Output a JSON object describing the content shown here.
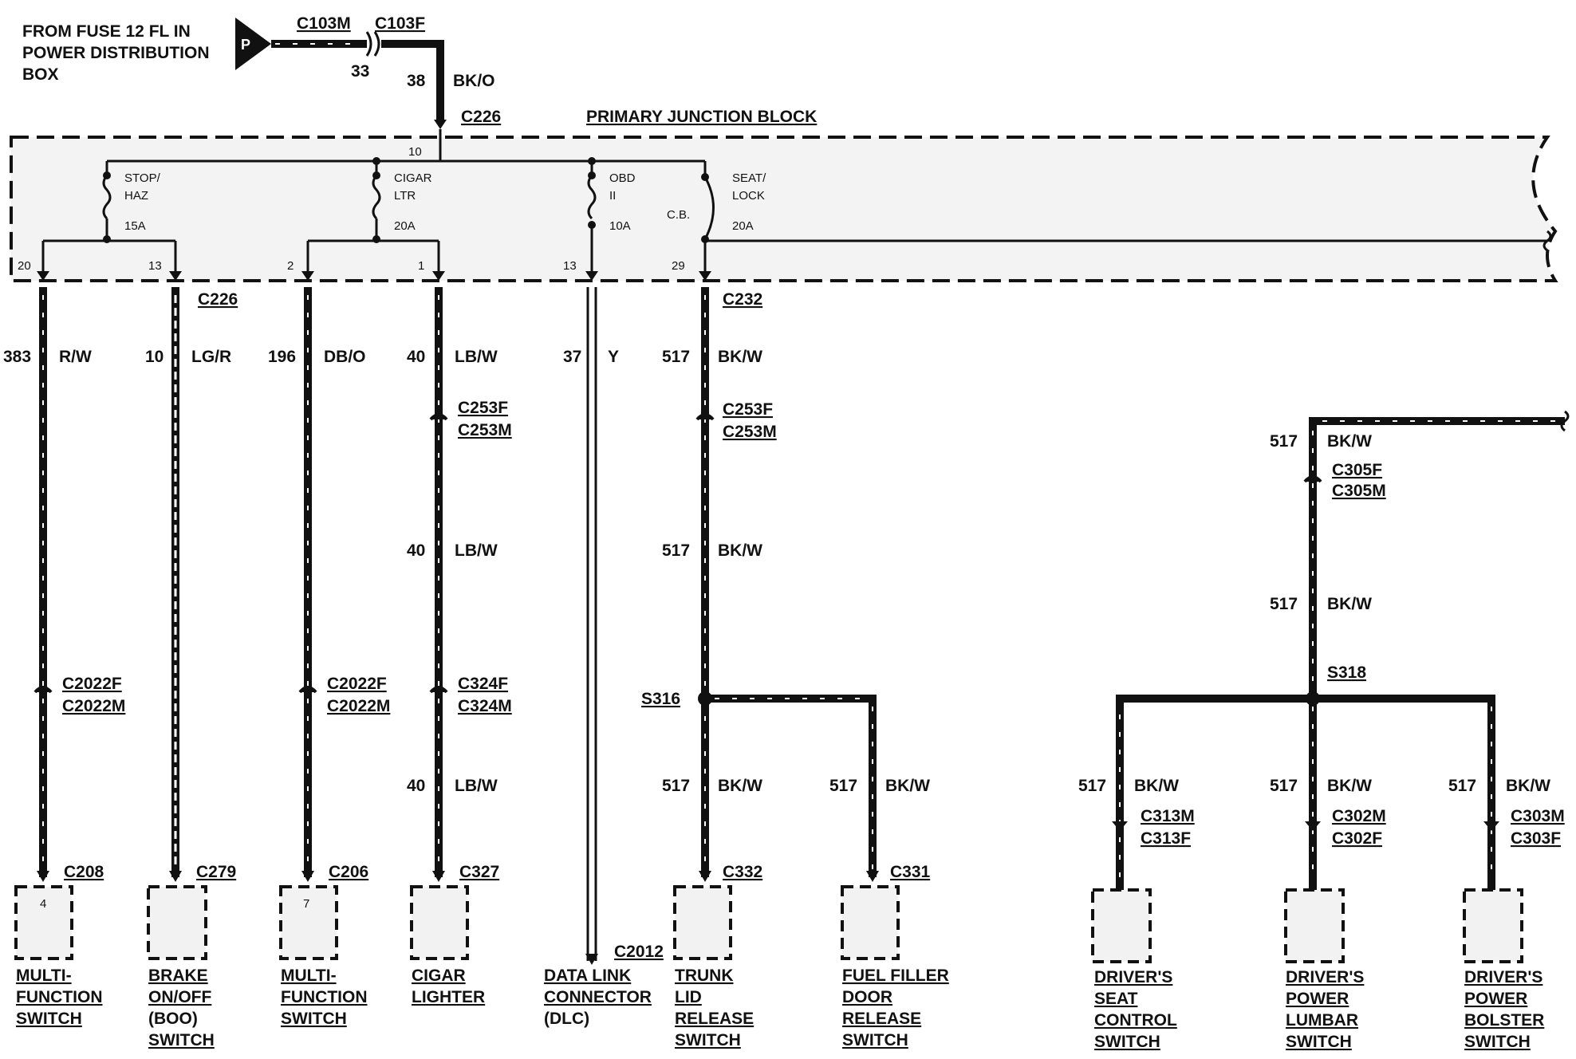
{
  "source": {
    "line1": "FROM FUSE 12 FL IN",
    "line2": "POWER DISTRIBUTION",
    "line3": "BOX",
    "p_label": "P",
    "c103m": "C103M",
    "c103f": "C103F",
    "pin33": "33",
    "pin38": "38",
    "wire_color": "BK/O"
  },
  "junction": {
    "title": "PRIMARY JUNCTION BLOCK",
    "connector_top": "C226",
    "pin10": "10",
    "fuses": [
      {
        "name1": "STOP/",
        "name2": "HAZ",
        "rating": "15A"
      },
      {
        "name1": "CIGAR",
        "name2": "LTR",
        "rating": "20A"
      },
      {
        "name1": "OBD",
        "name2": "II",
        "rating": "10A"
      },
      {
        "name1": "SEAT/",
        "name2": "LOCK",
        "rating": "20A",
        "extra": "C.B."
      }
    ],
    "pins": [
      "20",
      "13",
      "2",
      "1",
      "13",
      "29"
    ],
    "bottom_c226": "C226",
    "bottom_c232": "C232"
  },
  "circuits": [
    {
      "num": "383",
      "color": "R/W"
    },
    {
      "num": "10",
      "color": "LG/R"
    },
    {
      "num": "196",
      "color": "DB/O"
    },
    {
      "num": "40",
      "color": "LB/W"
    },
    {
      "num": "37",
      "color": "Y"
    },
    {
      "num": "517",
      "color": "BK/W"
    }
  ],
  "connectors": {
    "c2022f": "C2022F",
    "c2022m": "C2022M",
    "c253f": "C253F",
    "c253m": "C253M",
    "c324f": "C324F",
    "c324m": "C324M",
    "c305f": "C305F",
    "c305m": "C305M",
    "c313m": "C313M",
    "c313f": "C313F",
    "c302m": "C302M",
    "c302f": "C302F",
    "c303m": "C303M",
    "c303f": "C303F",
    "c208": "C208",
    "c279": "C279",
    "c206": "C206",
    "c327": "C327",
    "c2012": "C2012",
    "c332": "C332",
    "c331": "C331",
    "s316": "S316",
    "s318": "S318"
  },
  "box_pins": {
    "multi1": "4",
    "multi2": "7"
  },
  "components": {
    "multi1": [
      "MULTI-",
      "FUNCTION",
      "SWITCH"
    ],
    "brake": [
      "BRAKE",
      "ON/OFF",
      "(BOO)",
      "SWITCH"
    ],
    "multi2": [
      "MULTI-",
      "FUNCTION",
      "SWITCH"
    ],
    "cigar": [
      "CIGAR",
      "LIGHTER"
    ],
    "dlc": [
      "DATA LINK",
      "CONNECTOR",
      "(DLC)"
    ],
    "trunk": [
      "TRUNK",
      "LID",
      "RELEASE",
      "SWITCH"
    ],
    "fuel": [
      "FUEL FILLER",
      "DOOR",
      "RELEASE",
      "SWITCH"
    ],
    "seat": [
      "DRIVER'S",
      "SEAT",
      "CONTROL",
      "SWITCH"
    ],
    "lumbar": [
      "DRIVER'S",
      "POWER",
      "LUMBAR",
      "SWITCH"
    ],
    "bolster": [
      "DRIVER'S",
      "POWER",
      "BOLSTER",
      "SWITCH"
    ]
  }
}
